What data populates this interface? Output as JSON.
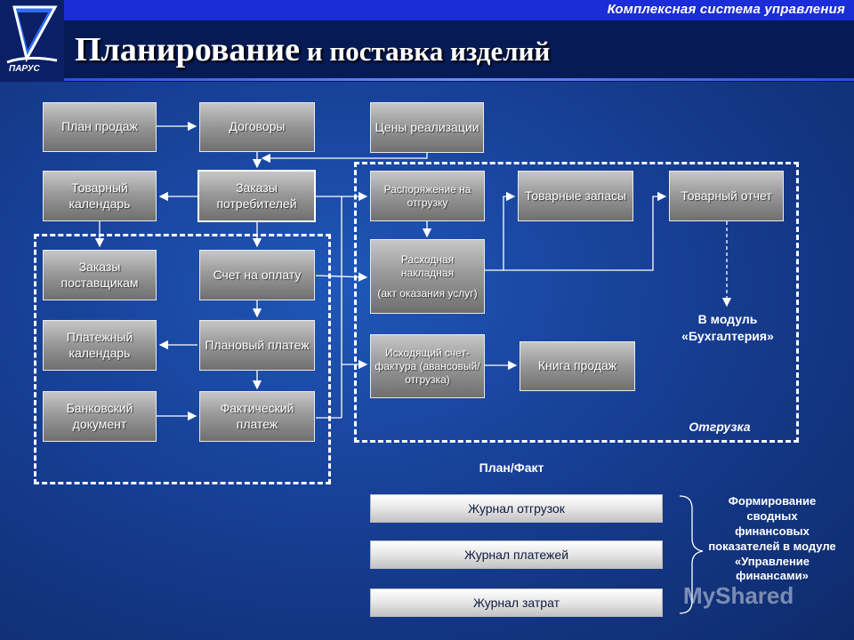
{
  "header": {
    "brand": "Комплексная система управления",
    "title_part1": "Планирование",
    "title_part2": " и поставка изделий",
    "logo_text": "ПАРУС"
  },
  "boxes": {
    "sales_plan": "План продаж",
    "contracts": "Договоры",
    "sale_prices": "Цены реализации",
    "goods_calendar": "Товарный календарь",
    "customer_orders": "Заказы потребителей",
    "shipment_order": "Распоряжение на отгрузку",
    "stock": "Товарные запасы",
    "goods_report": "Товарный отчет",
    "supplier_orders": "Заказы поставщикам",
    "invoice_payment": "Счет на оплату",
    "waybill": "Расходная накладная",
    "waybill_note": "(акт оказания услуг)",
    "payment_calendar": "Платежный календарь",
    "planned_payment": "Плановый платеж",
    "outgoing_invoice": "Исходящий счет-фактура (авансовый/ отгрузка)",
    "sales_book": "Книга продаж",
    "bank_document": "Банковский документ",
    "actual_payment": "Фактический платеж"
  },
  "labels": {
    "accounting_module": "В модуль «Бухгалтерия»",
    "shipment": "Отгрузка",
    "plan_fact": "План/Факт",
    "summary": "Формирование сводных финансовых показателей в модуле «Управление финансами»",
    "watermark": "MyShared"
  },
  "journals": {
    "shipments": "Журнал отгрузок",
    "payments": "Журнал платежей",
    "costs": "Журнал затрат"
  }
}
